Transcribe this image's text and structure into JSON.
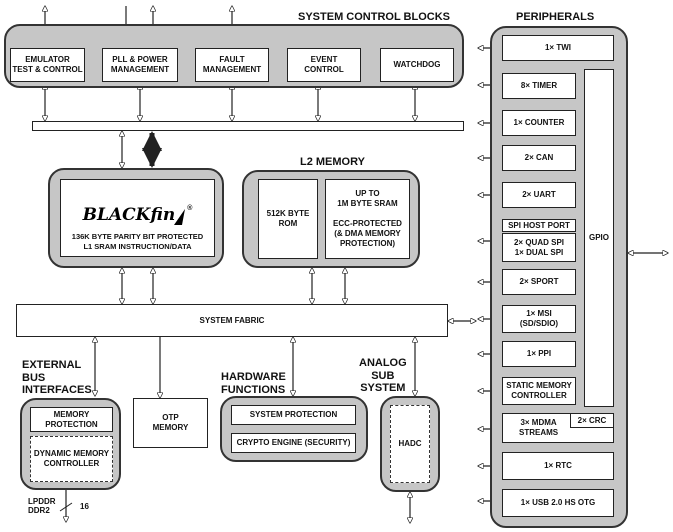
{
  "headings": {
    "system_control": "SYSTEM CONTROL BLOCKS",
    "peripherals": "PERIPHERALS",
    "l2_memory": "L2 MEMORY",
    "external_bus": "EXTERNAL\nBUS\nINTERFACES",
    "hardware_functions": "HARDWARE\nFUNCTIONS",
    "analog_sub": "ANALOG\nSUB\nSYSTEM"
  },
  "system_control_blocks": [
    "EMULATOR\nTEST & CONTROL",
    "PLL & POWER\nMANAGEMENT",
    "FAULT\nMANAGEMENT",
    "EVENT\nCONTROL",
    "WATCHDOG"
  ],
  "core": {
    "logo_text": "BLACKfin",
    "registered": "®",
    "l1_label": "136K BYTE PARITY BIT PROTECTED\nL1 SRAM INSTRUCTION/DATA"
  },
  "l2": {
    "rom": "512K BYTE\nROM",
    "sram": "UP TO\n1M BYTE SRAM",
    "ecc": "ECC-PROTECTED\n(& DMA MEMORY\nPROTECTION)"
  },
  "system_fabric": "SYSTEM FABRIC",
  "external_bus": {
    "memory_protection": "MEMORY\nPROTECTION",
    "dmc": "DYNAMIC MEMORY\nCONTROLLER",
    "lpddr": "LPDDR\nDDR2",
    "bus_width": "16"
  },
  "otp_memory": "OTP\nMEMORY",
  "hardware": {
    "system_protection": "SYSTEM PROTECTION",
    "crypto": "CRYPTO ENGINE (SECURITY)"
  },
  "hadc": "HADC",
  "peripherals": {
    "twi": "1× TWI",
    "timer": "8× TIMER",
    "counter": "1× COUNTER",
    "can": "2× CAN",
    "uart": "2× UART",
    "spi_host": "SPI HOST PORT",
    "spi": "2× QUAD SPI\n1× DUAL SPI",
    "sport": "2× SPORT",
    "msi": "1× MSI\n(SD/SDIO)",
    "ppi": "1× PPI",
    "smc": "STATIC MEMORY\nCONTROLLER",
    "mdma": "3× MDMA\nSTREAMS",
    "crc": "2× CRC",
    "rtc": "1× RTC",
    "usb": "1× USB 2.0 HS OTG",
    "gpio": "GPIO"
  }
}
